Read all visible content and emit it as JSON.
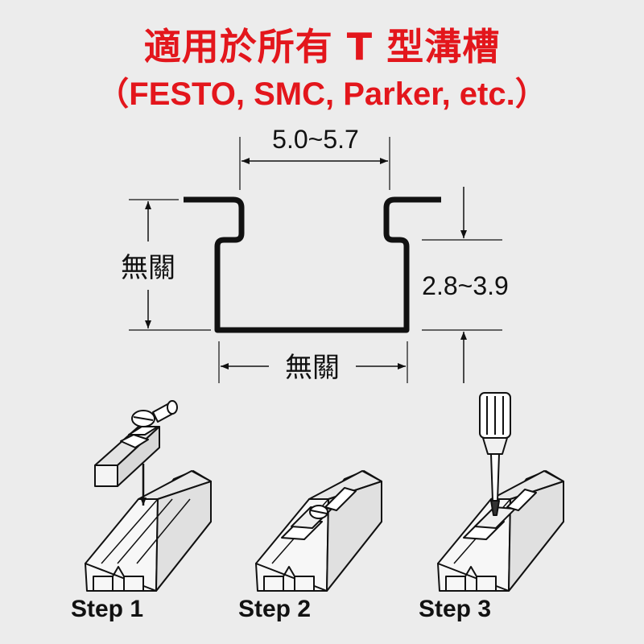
{
  "title": {
    "line1": "適用於所有 T 型溝槽",
    "line2": "（FESTO, SMC, Parker, etc.）"
  },
  "dimensions": {
    "top_width": "5.0~5.7",
    "height": "2.8~3.9",
    "left_height": "無關",
    "bottom_width": "無關"
  },
  "steps": [
    {
      "label": "Step 1"
    },
    {
      "label": "Step 2"
    },
    {
      "label": "Step 3"
    }
  ],
  "colors": {
    "title": "#e3161c",
    "background": "#ececec",
    "line": "#111111"
  }
}
